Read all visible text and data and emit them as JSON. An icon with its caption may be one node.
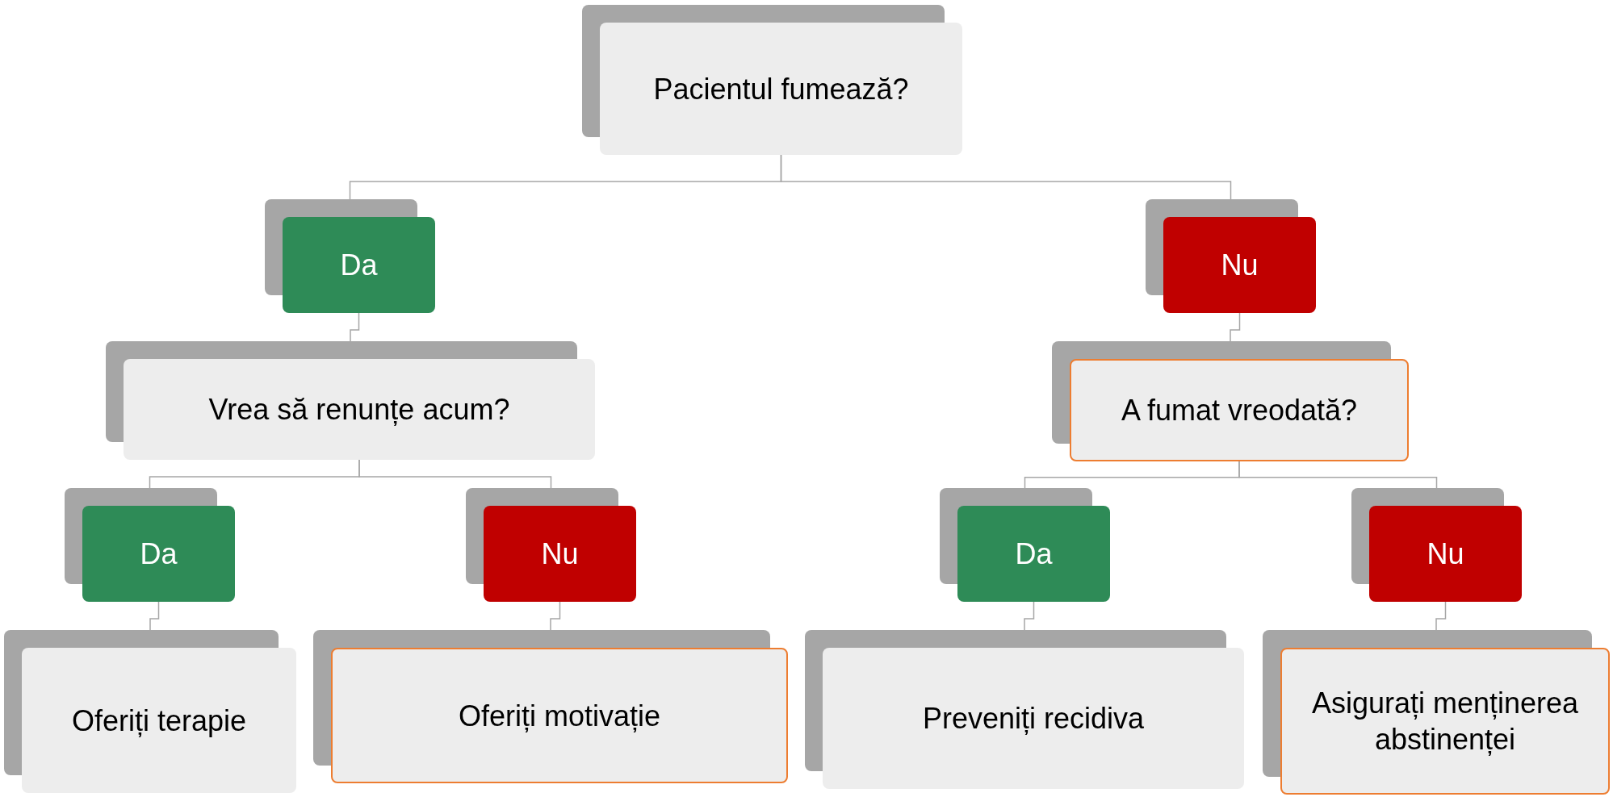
{
  "diagram": {
    "nodes": [
      {
        "text": [
          "Pacientul fumează?"
        ]
      },
      {
        "text": [
          "Da"
        ]
      },
      {
        "text": [
          "Nu"
        ]
      },
      {
        "text": [
          "Vrea să renunțe acum?"
        ]
      },
      {
        "text": [
          "A fumat vreodată?"
        ]
      },
      {
        "text": [
          "Da"
        ]
      },
      {
        "text": [
          "Nu"
        ]
      },
      {
        "text": [
          "Da"
        ]
      },
      {
        "text": [
          "Nu"
        ]
      },
      {
        "text": [
          "Oferiți terapie"
        ]
      },
      {
        "text": [
          "Oferiți motivație"
        ]
      },
      {
        "text": [
          "Preveniți recidiva"
        ]
      },
      {
        "text": [
          "Asigurați menținerea abstinenței"
        ]
      }
    ],
    "edges": [
      {
        "from": 0,
        "to": 1,
        "arrow": "none"
      },
      {
        "from": 0,
        "to": 2,
        "arrow": "none"
      },
      {
        "from": 1,
        "to": 3,
        "arrow": "none"
      },
      {
        "from": 2,
        "to": 4,
        "arrow": "none"
      },
      {
        "from": 3,
        "to": 5,
        "arrow": "none"
      },
      {
        "from": 3,
        "to": 6,
        "arrow": "none"
      },
      {
        "from": 4,
        "to": 7,
        "arrow": "none"
      },
      {
        "from": 4,
        "to": 8,
        "arrow": "none"
      },
      {
        "from": 5,
        "to": 9,
        "arrow": "none"
      },
      {
        "from": 6,
        "to": 10,
        "arrow": "none"
      },
      {
        "from": 7,
        "to": 11,
        "arrow": "none"
      },
      {
        "from": 8,
        "to": 12,
        "arrow": "none"
      }
    ]
  }
}
